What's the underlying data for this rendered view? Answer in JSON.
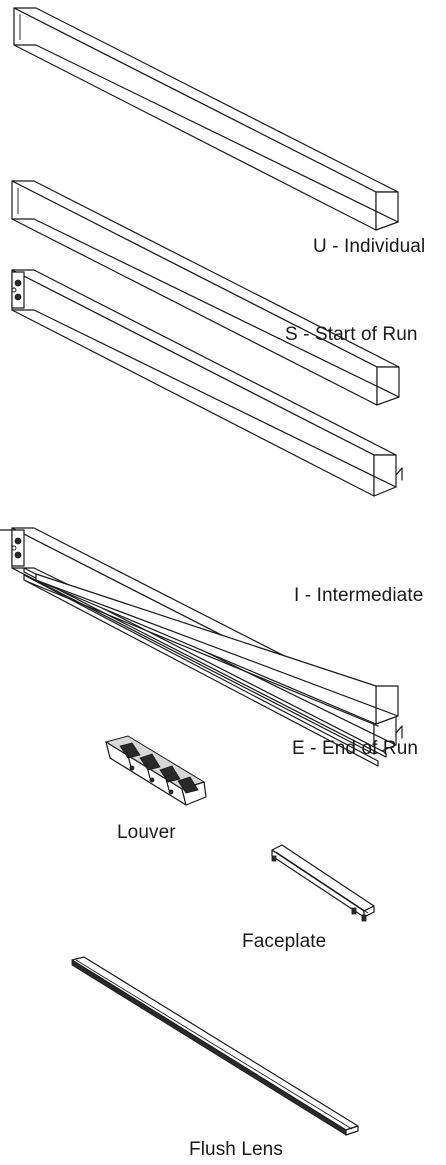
{
  "figures": {
    "individual": {
      "label": "U - Individual"
    },
    "start_of_run": {
      "label": "S - Start of Run"
    },
    "intermediate": {
      "label": "I - Intermediate"
    },
    "end_of_run": {
      "label": "E - End of Run"
    },
    "louver": {
      "label": "Louver"
    },
    "faceplate": {
      "label": "Faceplate"
    },
    "flush_lens": {
      "label": "Flush Lens"
    }
  }
}
